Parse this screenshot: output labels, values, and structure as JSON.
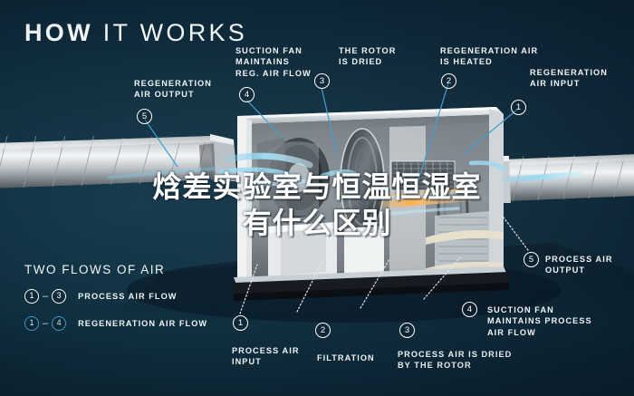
{
  "title": {
    "bold": "HOW",
    "light": "IT WORKS"
  },
  "overlay_text": {
    "line1": "焓差实验室与恒温恒湿室",
    "line2": "有什么区别"
  },
  "callouts": [
    {
      "id": "regeneration-air-output",
      "number": "5",
      "text": "REGENERATION\nAIR OUTPUT",
      "marker_color": "white"
    },
    {
      "id": "suction-fan-reg",
      "number": "4",
      "text": "SUCTION FAN\nMAINTAINS\nREG. AIR FLOW",
      "marker_color": "white"
    },
    {
      "id": "rotor-is-dried",
      "number": "3",
      "text": "THE ROTOR\nIS DRIED",
      "marker_color": "white"
    },
    {
      "id": "regeneration-air-heated",
      "number": "2",
      "text": "REGENERATION AIR\nIS HEATED",
      "marker_color": "white"
    },
    {
      "id": "regeneration-air-input",
      "number": "1",
      "text": "REGENERATION\nAIR INPUT",
      "marker_color": "white"
    },
    {
      "id": "process-air-output",
      "number": "5",
      "text": "PROCESS AIR\nOUTPUT",
      "marker_color": "white"
    },
    {
      "id": "suction-fan-process",
      "number": "4",
      "text": "SUCTION FAN\nMAINTAINS PROCESS\nAIR FLOW",
      "marker_color": "white"
    },
    {
      "id": "process-air-dried",
      "number": "3",
      "text": "PROCESS AIR IS DRIED\nBY THE ROTOR",
      "marker_color": "white"
    },
    {
      "id": "filtration",
      "number": "2",
      "text": "FILTRATION",
      "marker_color": "white"
    },
    {
      "id": "process-air-input",
      "number": "1",
      "text": "PROCESS AIR\nINPUT",
      "marker_color": "white"
    }
  ],
  "legend": {
    "heading": "TWO FLOWS OF AIR",
    "rows": [
      {
        "from": "1",
        "dash": "–",
        "to": "3",
        "label": "PROCESS AIR FLOW",
        "color": "white"
      },
      {
        "from": "1",
        "dash": "–",
        "to": "4",
        "label": "REGENERATION AIR FLOW",
        "color": "blue"
      }
    ]
  },
  "colors": {
    "background_dark": "#0a1d2b",
    "background_mid": "#12384a",
    "accent_blue": "#3f9ccd",
    "airflow_blue": "#8fd2ee",
    "text": "#eef5f8",
    "metal_light": "#e3e7ea",
    "metal_mid": "#9aa3a9",
    "metal_dark": "#5d666d"
  }
}
